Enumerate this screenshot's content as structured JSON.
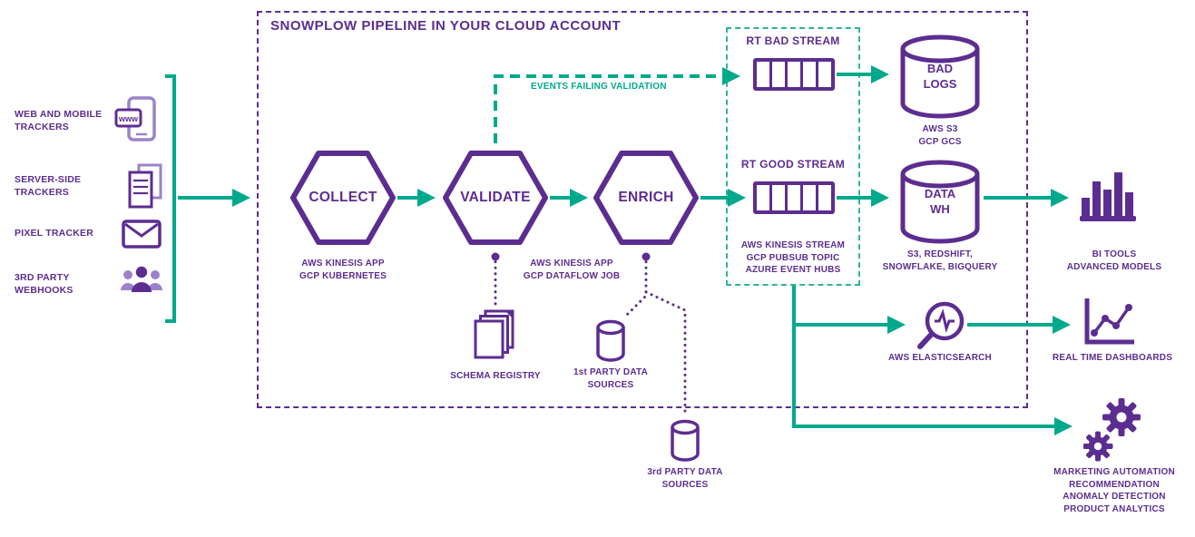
{
  "title": "SNOWPLOW PIPELINE IN YOUR CLOUD ACCOUNT",
  "colors": {
    "purple": "#5C2D91",
    "purple_light": "#9C83C9",
    "teal": "#00A98C"
  },
  "sources": {
    "web_and_mobile_trackers": "WEB AND MOBILE\nTRACKERS",
    "server_side_trackers": "SERVER-SIDE\nTRACKERS",
    "pixel_tracker": "PIXEL TRACKER",
    "third_party_webhooks": "3RD PARTY\nWEBHOOKS",
    "www_badge": "www"
  },
  "stages": {
    "collect": "COLLECT",
    "validate": "VALIDATE",
    "enrich": "ENRICH",
    "collect_caption": "AWS KINESIS APP\nGCP KUBERNETES",
    "validate_enrich_caption": "AWS KINESIS APP\nGCP DATAFLOW JOB"
  },
  "streams": {
    "bad_label": "RT BAD STREAM",
    "good_label": "RT GOOD STREAM",
    "caption": "AWS KINESIS STREAM\nGCP PUBSUB TOPIC\nAZURE EVENT HUBS",
    "failing_label": "EVENTS FAILING VALIDATION"
  },
  "storage": {
    "bad_logs": "BAD\nLOGS",
    "bad_logs_caption": "AWS S3\nGCP GCS",
    "data_wh": "DATA\nWH",
    "data_wh_caption": "S3, REDSHIFT,\nSNOWFLAKE, BIGQUERY"
  },
  "aux": {
    "schema_registry": "SCHEMA REGISTRY",
    "first_party": "1st PARTY DATA\nSOURCES",
    "third_party": "3rd PARTY DATA\nSOURCES"
  },
  "outputs": {
    "bi_tools": "BI TOOLS\nADVANCED MODELS",
    "elasticsearch": "AWS ELASTICSEARCH",
    "dashboards": "REAL TIME DASHBOARDS",
    "ml": "MARKETING AUTOMATION\nRECOMMENDATION\nANOMALY DETECTION\nPRODUCT ANALYTICS"
  },
  "icons": {
    "web_mobile": "mobile-www-icon",
    "server": "server-stack-icon",
    "pixel": "envelope-icon",
    "webhooks": "people-group-icon",
    "streams": "queue-icon",
    "storage": "database-cylinder-icon",
    "schema_registry": "documents-stack-icon",
    "bi_tools": "bar-chart-icon",
    "elasticsearch": "magnifier-pulse-icon",
    "dashboards": "line-chart-icon",
    "ml": "gears-icon"
  }
}
